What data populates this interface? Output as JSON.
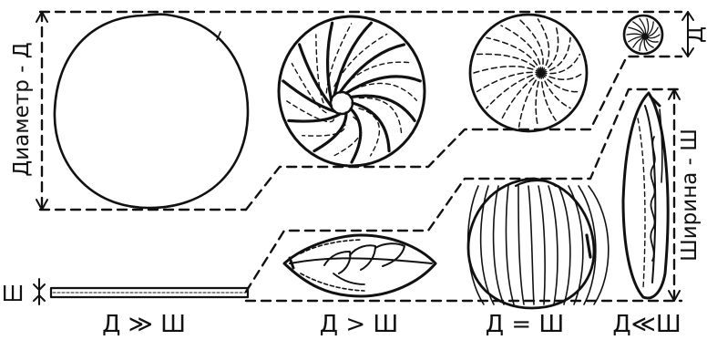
{
  "labels": {
    "diameter": "Диаметр - Д",
    "width": "Ширина - Ш",
    "d_small": "Д",
    "w_small": "Ш"
  },
  "ratios": [
    "Д ≫ Ш",
    "Д > Ш",
    "Д = Ш",
    "Д≪Ш"
  ]
}
